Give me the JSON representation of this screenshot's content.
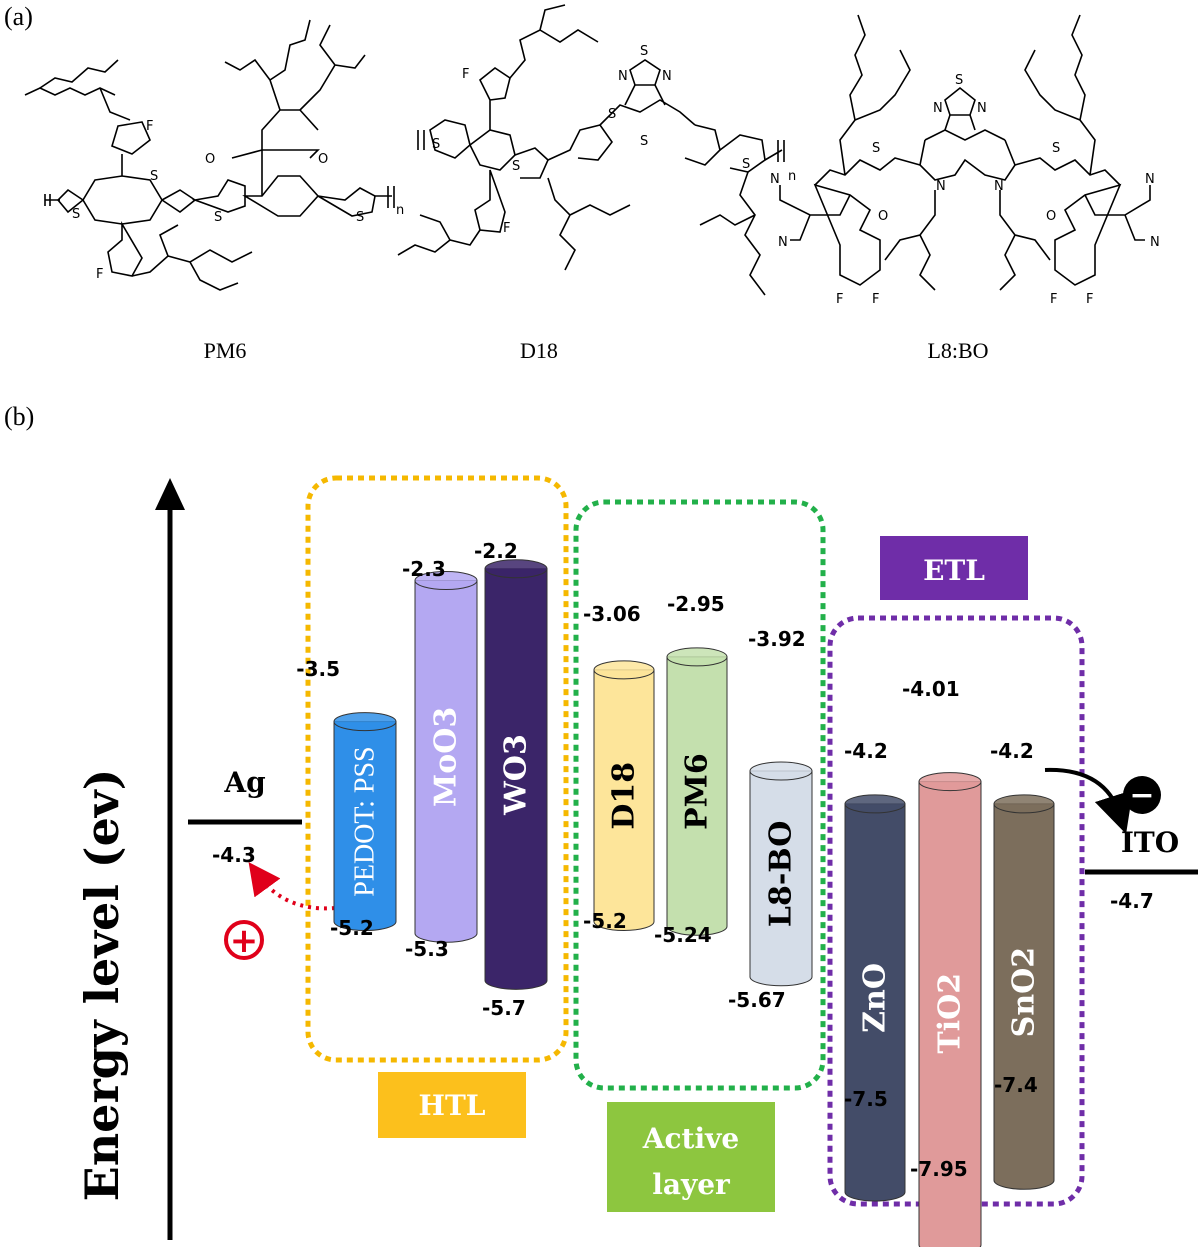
{
  "panels": {
    "a": "(a)",
    "b": "(b)"
  },
  "molecules": [
    {
      "name": "PM6",
      "repeat": "n"
    },
    {
      "name": "D18",
      "repeat": "n"
    },
    {
      "name": "L8:BO"
    }
  ],
  "atoms": {
    "S": "S",
    "F": "F",
    "O": "O",
    "N": "N"
  },
  "y_axis": {
    "label": "Energy level (ev)"
  },
  "electrodes": {
    "anode": {
      "name": "Ag",
      "value": "-4.3"
    },
    "cathode": {
      "name": "ITO",
      "value": "-4.7"
    }
  },
  "groups": {
    "htl": {
      "label": "HTL",
      "color": "#f5b800"
    },
    "active": {
      "label_line1": "Active",
      "label_line2": "layer",
      "color": "#8dc63f"
    },
    "etl": {
      "label": "ETL",
      "color": "#6f2da8"
    }
  },
  "materials": [
    {
      "name": "PEDOT: PSS",
      "lumo": "-3.5",
      "homo": "-5.2",
      "color": "#2f8fe8"
    },
    {
      "name": "MoO3",
      "lumo": "-2.3",
      "homo": "-5.3",
      "color": "#b4a8f2"
    },
    {
      "name": "WO3",
      "lumo": "-2.2",
      "homo": "-5.7",
      "color": "#3b2569"
    },
    {
      "name": "D18",
      "lumo": "-3.06",
      "homo": "-5.2",
      "color": "#fde59a"
    },
    {
      "name": "PM6",
      "lumo": "-2.95",
      "homo": "-5.24",
      "color": "#c4e0ae"
    },
    {
      "name": "L8-BO",
      "lumo": "-3.92",
      "homo": "-5.67",
      "color": "#d5dde8"
    },
    {
      "name": "ZnO",
      "lumo": "-4.2",
      "homo": "-7.5",
      "color": "#434c68"
    },
    {
      "name": "TiO2",
      "lumo": "-4.01",
      "homo": "-7.95",
      "color": "#e09a9a"
    },
    {
      "name": "SnO2",
      "lumo": "-4.2",
      "homo": "-7.4",
      "color": "#7c6e5c"
    }
  ],
  "carriers": {
    "hole": "+",
    "electron": "−"
  }
}
